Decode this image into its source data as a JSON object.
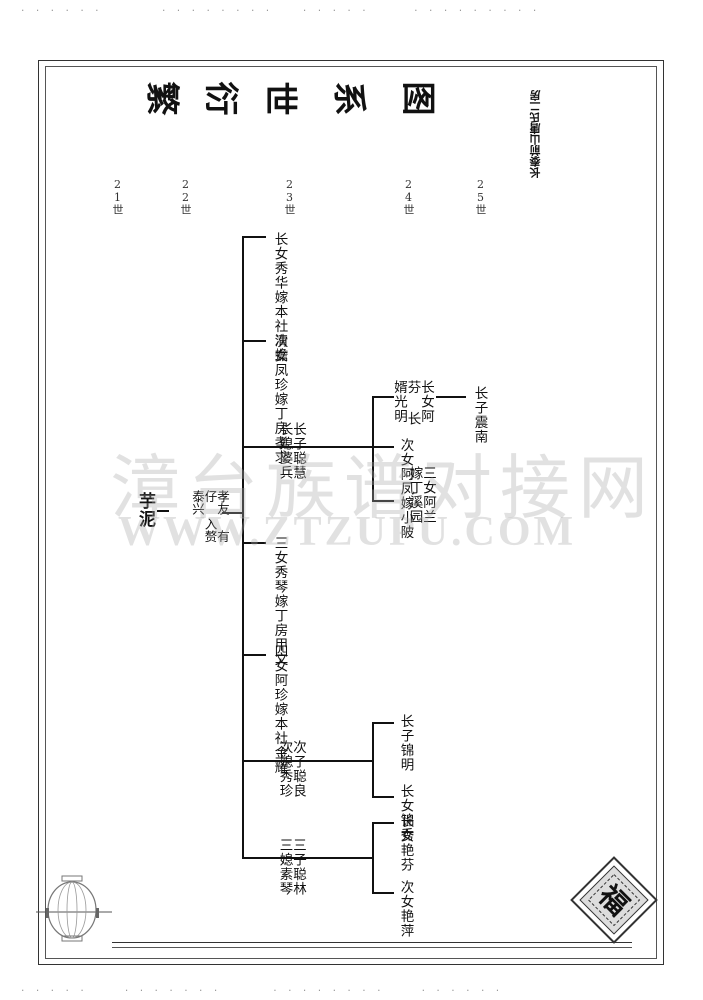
{
  "title_chars": [
    "繁",
    "衍",
    "世",
    "系",
    "图"
  ],
  "branch_label": "长泰前山唐氏二房",
  "generations": [
    "21世",
    "22世",
    "23世",
    "24世",
    "25世"
  ],
  "tree": {
    "root": "芋泥",
    "gen22": "孝友 有仔 入赘泰兴",
    "gen23": [
      "长女秀华嫁本社清蟾",
      "次女凤珍嫁丁房孝求",
      "长子聪慧 长媳婆兵",
      "三女秀琴嫁丁房甲文",
      "四女阿珍嫁本社金耀",
      "次子聪良 次媳秀珍",
      "三子聪林 三媳素琴"
    ],
    "gen24": [
      "长女阿芬 长婿光明",
      "次女阿凤嫁小陂",
      "三女阿兰嫁丁溪园",
      "长子锦明",
      "长女锦秀",
      "长女艳芬",
      "次女艳萍"
    ],
    "gen25": [
      "长子震南"
    ]
  },
  "watermark": {
    "cn": "漳台族谱对接网",
    "en": "WWW.ZTZUPU.COM"
  },
  "seal_char": "福"
}
